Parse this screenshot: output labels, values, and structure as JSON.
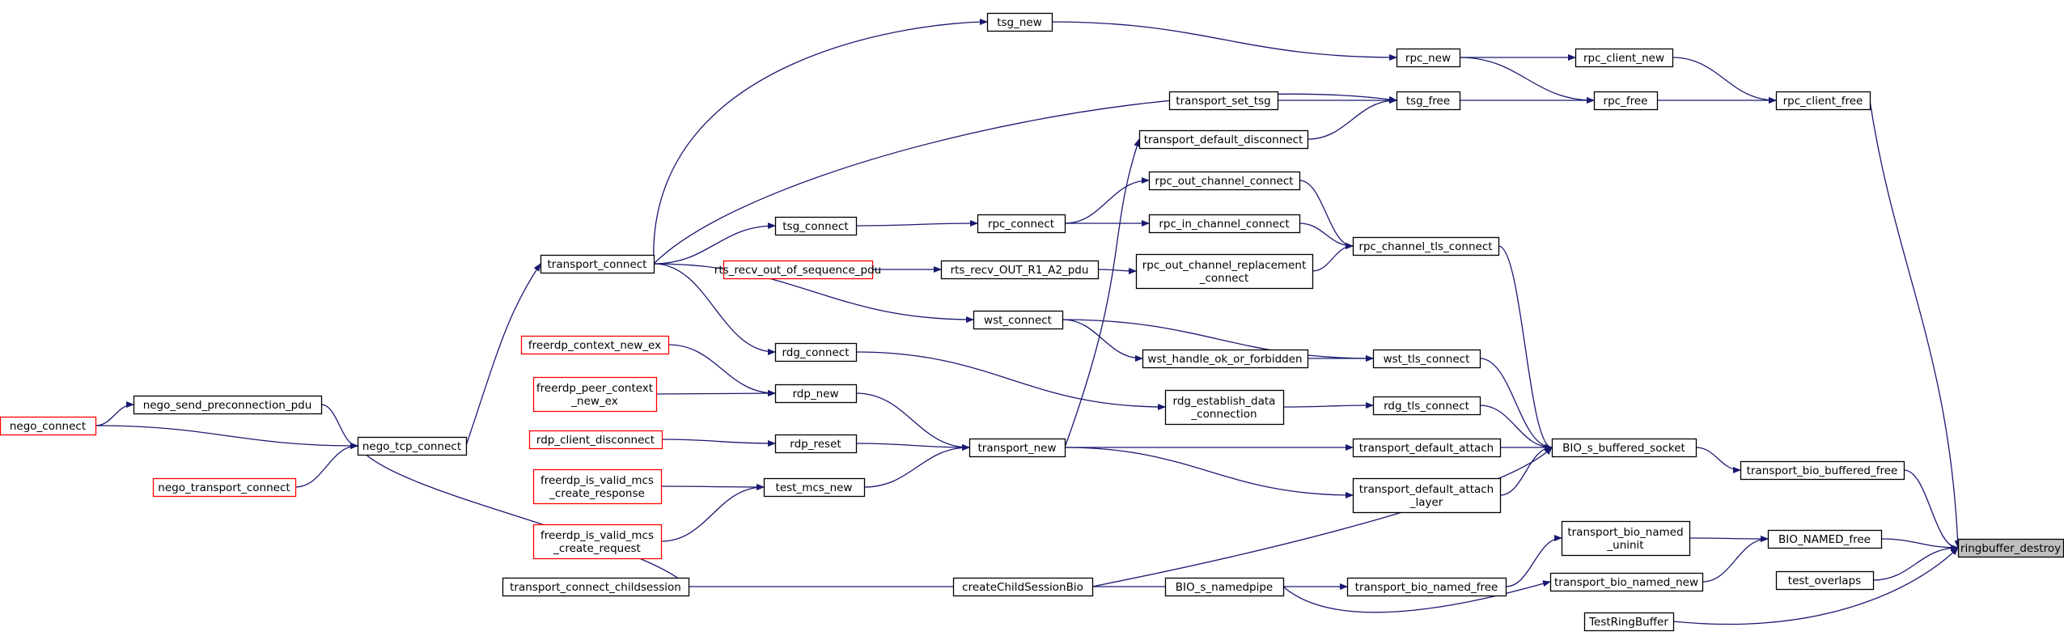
{
  "graph": {
    "title": "",
    "focus_node": "ringbuffer_destroy",
    "edge_color": "#191970",
    "nodes": [
      {
        "id": "ringbuffer_destroy",
        "lines": [
          "ringbuffer_destroy"
        ],
        "focus": true
      },
      {
        "id": "rpc_client_free",
        "lines": [
          "rpc_client_free"
        ]
      },
      {
        "id": "transport_bio_buffered_free",
        "lines": [
          "transport_bio_buffered_free"
        ]
      },
      {
        "id": "BIO_NAMED_free",
        "lines": [
          "BIO_NAMED_free"
        ]
      },
      {
        "id": "test_overlaps",
        "lines": [
          "test_overlaps"
        ]
      },
      {
        "id": "TestRingBuffer",
        "lines": [
          "TestRingBuffer"
        ]
      },
      {
        "id": "rpc_client_new",
        "lines": [
          "rpc_client_new"
        ]
      },
      {
        "id": "rpc_free",
        "lines": [
          "rpc_free"
        ]
      },
      {
        "id": "rpc_new",
        "lines": [
          "rpc_new"
        ]
      },
      {
        "id": "tsg_free",
        "lines": [
          "tsg_free"
        ]
      },
      {
        "id": "tsg_new",
        "lines": [
          "tsg_new"
        ]
      },
      {
        "id": "transport_set_tsg",
        "lines": [
          "transport_set_tsg"
        ]
      },
      {
        "id": "transport_default_disconnect",
        "lines": [
          "transport_default_disconnect"
        ]
      },
      {
        "id": "BIO_s_buffered_socket",
        "lines": [
          "BIO_s_buffered_socket"
        ]
      },
      {
        "id": "rpc_channel_tls_connect",
        "lines": [
          "rpc_channel_tls_connect"
        ]
      },
      {
        "id": "wst_tls_connect",
        "lines": [
          "wst_tls_connect"
        ]
      },
      {
        "id": "rdg_tls_connect",
        "lines": [
          "rdg_tls_connect"
        ]
      },
      {
        "id": "transport_default_attach",
        "lines": [
          "transport_default_attach"
        ]
      },
      {
        "id": "transport_default_attach_layer",
        "lines": [
          "transport_default_attach",
          "_layer"
        ]
      },
      {
        "id": "createChildSessionBio",
        "lines": [
          "createChildSessionBio"
        ]
      },
      {
        "id": "rpc_out_channel_connect",
        "lines": [
          "rpc_out_channel_connect"
        ]
      },
      {
        "id": "rpc_in_channel_connect",
        "lines": [
          "rpc_in_channel_connect"
        ]
      },
      {
        "id": "rpc_out_channel_replacement_connect",
        "lines": [
          "rpc_out_channel_replacement",
          "_connect"
        ]
      },
      {
        "id": "rpc_connect",
        "lines": [
          "rpc_connect"
        ]
      },
      {
        "id": "tsg_connect",
        "lines": [
          "tsg_connect"
        ]
      },
      {
        "id": "transport_connect",
        "lines": [
          "transport_connect"
        ]
      },
      {
        "id": "rts_recv_OUT_R1_A2_pdu",
        "lines": [
          "rts_recv_OUT_R1_A2_pdu"
        ]
      },
      {
        "id": "rts_recv_out_of_sequence_pdu",
        "lines": [
          "rts_recv_out_of_sequence_pdu"
        ],
        "red": true
      },
      {
        "id": "wst_connect",
        "lines": [
          "wst_connect"
        ]
      },
      {
        "id": "wst_handle_ok_or_forbidden",
        "lines": [
          "wst_handle_ok_or_forbidden"
        ]
      },
      {
        "id": "rdg_connect",
        "lines": [
          "rdg_connect"
        ]
      },
      {
        "id": "rdg_establish_data_connection",
        "lines": [
          "rdg_establish_data",
          "_connection"
        ]
      },
      {
        "id": "transport_new",
        "lines": [
          "transport_new"
        ]
      },
      {
        "id": "rdp_new",
        "lines": [
          "rdp_new"
        ]
      },
      {
        "id": "rdp_reset",
        "lines": [
          "rdp_reset"
        ]
      },
      {
        "id": "test_mcs_new",
        "lines": [
          "test_mcs_new"
        ]
      },
      {
        "id": "freerdp_context_new_ex",
        "lines": [
          "freerdp_context_new_ex"
        ],
        "red": true
      },
      {
        "id": "freerdp_peer_context_new_ex",
        "lines": [
          "freerdp_peer_context",
          "_new_ex"
        ],
        "red": true
      },
      {
        "id": "rdp_client_disconnect",
        "lines": [
          "rdp_client_disconnect"
        ],
        "red": true
      },
      {
        "id": "freerdp_is_valid_mcs_create_response",
        "lines": [
          "freerdp_is_valid_mcs",
          "_create_response"
        ],
        "red": true
      },
      {
        "id": "freerdp_is_valid_mcs_create_request",
        "lines": [
          "freerdp_is_valid_mcs",
          "_create_request"
        ],
        "red": true
      },
      {
        "id": "nego_tcp_connect",
        "lines": [
          "nego_tcp_connect"
        ]
      },
      {
        "id": "nego_send_preconnection_pdu",
        "lines": [
          "nego_send_preconnection_pdu"
        ]
      },
      {
        "id": "nego_connect",
        "lines": [
          "nego_connect"
        ],
        "red": true
      },
      {
        "id": "nego_transport_connect",
        "lines": [
          "nego_transport_connect"
        ],
        "red": true
      },
      {
        "id": "transport_connect_childsession",
        "lines": [
          "transport_connect_childsession"
        ]
      },
      {
        "id": "transport_bio_named_uninit",
        "lines": [
          "transport_bio_named",
          "_uninit"
        ]
      },
      {
        "id": "transport_bio_named_new",
        "lines": [
          "transport_bio_named_new"
        ]
      },
      {
        "id": "transport_bio_named_free",
        "lines": [
          "transport_bio_named_free"
        ]
      },
      {
        "id": "BIO_s_namedpipe",
        "lines": [
          "BIO_s_namedpipe"
        ]
      }
    ],
    "edges": [
      [
        "rpc_client_free",
        "ringbuffer_destroy"
      ],
      [
        "transport_bio_buffered_free",
        "ringbuffer_destroy"
      ],
      [
        "BIO_NAMED_free",
        "ringbuffer_destroy"
      ],
      [
        "test_overlaps",
        "ringbuffer_destroy"
      ],
      [
        "TestRingBuffer",
        "ringbuffer_destroy"
      ],
      [
        "rpc_client_new",
        "rpc_client_free"
      ],
      [
        "rpc_free",
        "rpc_client_free"
      ],
      [
        "rpc_new",
        "rpc_client_new"
      ],
      [
        "rpc_new",
        "rpc_free"
      ],
      [
        "tsg_free",
        "rpc_free"
      ],
      [
        "tsg_new",
        "rpc_new"
      ],
      [
        "transport_connect",
        "tsg_new"
      ],
      [
        "transport_set_tsg",
        "tsg_free"
      ],
      [
        "transport_default_disconnect",
        "tsg_free"
      ],
      [
        "transport_connect",
        "tsg_free"
      ],
      [
        "transport_new",
        "transport_default_disconnect"
      ],
      [
        "BIO_s_buffered_socket",
        "transport_bio_buffered_free"
      ],
      [
        "rpc_channel_tls_connect",
        "BIO_s_buffered_socket"
      ],
      [
        "wst_tls_connect",
        "BIO_s_buffered_socket"
      ],
      [
        "rdg_tls_connect",
        "BIO_s_buffered_socket"
      ],
      [
        "transport_default_attach",
        "BIO_s_buffered_socket"
      ],
      [
        "transport_default_attach_layer",
        "BIO_s_buffered_socket"
      ],
      [
        "createChildSessionBio",
        "BIO_s_buffered_socket"
      ],
      [
        "rpc_out_channel_connect",
        "rpc_channel_tls_connect"
      ],
      [
        "rpc_in_channel_connect",
        "rpc_channel_tls_connect"
      ],
      [
        "rpc_out_channel_replacement_connect",
        "rpc_channel_tls_connect"
      ],
      [
        "rpc_connect",
        "rpc_out_channel_connect"
      ],
      [
        "rpc_connect",
        "rpc_in_channel_connect"
      ],
      [
        "rts_recv_OUT_R1_A2_pdu",
        "rpc_out_channel_replacement_connect"
      ],
      [
        "tsg_connect",
        "rpc_connect"
      ],
      [
        "transport_connect",
        "tsg_connect"
      ],
      [
        "rts_recv_out_of_sequence_pdu",
        "rts_recv_OUT_R1_A2_pdu"
      ],
      [
        "wst_handle_ok_or_forbidden",
        "wst_tls_connect"
      ],
      [
        "wst_connect",
        "wst_tls_connect"
      ],
      [
        "wst_connect",
        "wst_handle_ok_or_forbidden"
      ],
      [
        "transport_connect",
        "wst_connect"
      ],
      [
        "rdg_establish_data_connection",
        "rdg_tls_connect"
      ],
      [
        "rdg_connect",
        "rdg_establish_data_connection"
      ],
      [
        "transport_connect",
        "rdg_connect"
      ],
      [
        "transport_new",
        "transport_default_attach"
      ],
      [
        "transport_new",
        "transport_default_attach_layer"
      ],
      [
        "rdp_new",
        "transport_new"
      ],
      [
        "rdp_reset",
        "transport_new"
      ],
      [
        "test_mcs_new",
        "transport_new"
      ],
      [
        "freerdp_context_new_ex",
        "rdp_new"
      ],
      [
        "freerdp_peer_context_new_ex",
        "rdp_new"
      ],
      [
        "rdp_client_disconnect",
        "rdp_reset"
      ],
      [
        "freerdp_is_valid_mcs_create_response",
        "test_mcs_new"
      ],
      [
        "freerdp_is_valid_mcs_create_request",
        "test_mcs_new"
      ],
      [
        "nego_tcp_connect",
        "transport_connect"
      ],
      [
        "nego_send_preconnection_pdu",
        "nego_tcp_connect"
      ],
      [
        "nego_connect",
        "nego_tcp_connect"
      ],
      [
        "nego_transport_connect",
        "nego_tcp_connect"
      ],
      [
        "nego_connect",
        "nego_send_preconnection_pdu"
      ],
      [
        "transport_connect_childsession",
        "nego_tcp_connect"
      ],
      [
        "createChildSessionBio",
        "transport_connect_childsession"
      ],
      [
        "transport_bio_named_uninit",
        "BIO_NAMED_free"
      ],
      [
        "transport_bio_named_new",
        "BIO_NAMED_free"
      ],
      [
        "transport_bio_named_free",
        "transport_bio_named_uninit"
      ],
      [
        "BIO_s_namedpipe",
        "transport_bio_named_free"
      ],
      [
        "BIO_s_namedpipe",
        "transport_bio_named_new"
      ],
      [
        "BIO_s_namedpipe",
        "createChildSessionBio"
      ]
    ]
  }
}
